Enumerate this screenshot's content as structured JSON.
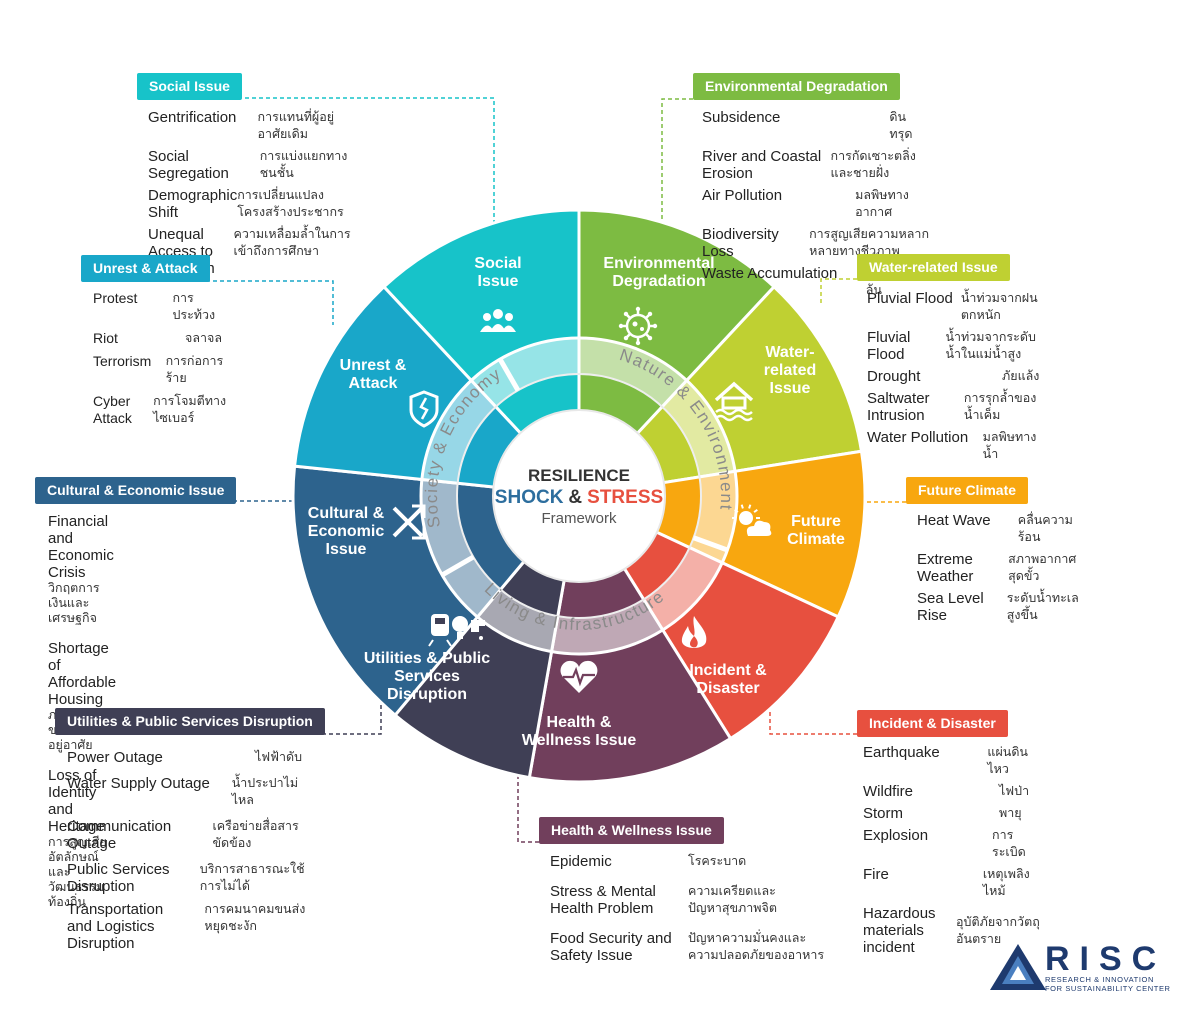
{
  "center": {
    "line1": "RESILIENCE",
    "shock": "SHOCK",
    "amp": "&",
    "stress": "STRESS",
    "line3": "Framework"
  },
  "ring_labels": [
    "Society & Economy",
    "Nature & Environment",
    "Living & Infrastructure"
  ],
  "segments": [
    {
      "id": "social",
      "name": "Social Issue",
      "lines": [
        "Social",
        "Issue"
      ],
      "color": "#17c3c9",
      "icon": "people-icon"
    },
    {
      "id": "environment",
      "name": "Environmental Degradation",
      "lines": [
        "Environmental",
        "Degradation"
      ],
      "color": "#7dbb42",
      "icon": "virus-icon"
    },
    {
      "id": "water",
      "name": "Water-related Issue",
      "lines": [
        "Water-",
        "related",
        "Issue"
      ],
      "color": "#bfd032",
      "icon": "flood-house-icon"
    },
    {
      "id": "climate",
      "name": "Future Climate",
      "lines": [
        "Future",
        "Climate"
      ],
      "color": "#f8a70f",
      "icon": "sun-cloud-icon"
    },
    {
      "id": "incident",
      "name": "Incident & Disaster",
      "lines": [
        "Incident &",
        "Disaster"
      ],
      "color": "#e7503f",
      "icon": "fire-icon"
    },
    {
      "id": "health",
      "name": "Health & Wellness Issue",
      "lines": [
        "Health &",
        "Wellness Issue"
      ],
      "color": "#713f5c",
      "icon": "heart-pulse-icon"
    },
    {
      "id": "utilities",
      "name": "Utilities & Public Services Disruption",
      "lines": [
        "Utilities & Public",
        "Services",
        "Disruption"
      ],
      "color": "#3f3f55",
      "icon": "train-bulb-tap-icon"
    },
    {
      "id": "cultural",
      "name": "Cultural & Economic Issue",
      "lines": [
        "Cultural &",
        "Economic",
        "Issue"
      ],
      "color": "#2d638d",
      "icon": "trend-arrows-icon"
    },
    {
      "id": "unrest",
      "name": "Unrest & Attack",
      "lines": [
        "Unrest &",
        "Attack"
      ],
      "color": "#19a7c9",
      "icon": "broken-shield-icon"
    }
  ],
  "callouts": {
    "social": {
      "title": "Social Issue",
      "color": "#17c3c9",
      "items": [
        {
          "en": "Gentrification",
          "th": "การแทนที่ผู้อยู่อาศัยเดิม"
        },
        {
          "en": "Social Segregation",
          "th": "การแบ่งแยกทางชนชั้น"
        },
        {
          "en": "Demographic Shift",
          "th": "การเปลี่ยนแปลงโครงสร้างประชากร"
        },
        {
          "en": "Unequal Access to Education",
          "th": "ความเหลื่อมล้ำในการเข้าถึงการศึกษา"
        }
      ]
    },
    "environment": {
      "title": "Environmental Degradation",
      "color": "#7dbb42",
      "items": [
        {
          "en": "Subsidence",
          "th": "ดินทรุด"
        },
        {
          "en": "River and Coastal Erosion",
          "th": "การกัดเซาะตลิ่งและชายฝั่ง"
        },
        {
          "en": "Air Pollution",
          "th": "มลพิษทางอากาศ"
        },
        {
          "en": "Biodiversity Loss",
          "th": "การสูญเสียความหลากหลายทางชีวภาพ"
        },
        {
          "en": "Waste Accumulation",
          "th": "ปัญหาขยะล้น"
        }
      ]
    },
    "unrest": {
      "title": "Unrest & Attack",
      "color": "#19a7c9",
      "items": [
        {
          "en": "Protest",
          "th": "การประท้วง"
        },
        {
          "en": "Riot",
          "th": "จลาจล"
        },
        {
          "en": "Terrorism",
          "th": "การก่อการร้าย"
        },
        {
          "en": "Cyber Attack",
          "th": "การโจมตีทางไซเบอร์"
        }
      ]
    },
    "water": {
      "title": "Water-related Issue",
      "color": "#bfd032",
      "items": [
        {
          "en": "Pluvial Flood",
          "th": "น้ำท่วมจากฝนตกหนัก"
        },
        {
          "en": "Fluvial Flood",
          "th": "น้ำท่วมจากระดับน้ำในแม่น้ำสูง"
        },
        {
          "en": "Drought",
          "th": "ภัยแล้ง"
        },
        {
          "en": "Saltwater Intrusion",
          "th": "การรุกล้ำของน้ำเค็ม"
        },
        {
          "en": "Water Pollution",
          "th": "มลพิษทางน้ำ"
        }
      ]
    },
    "cultural": {
      "title": "Cultural & Economic Issue",
      "color": "#2d638d",
      "items": [
        {
          "en": "Financial and Economic Crisis",
          "th": "วิกฤตการเงินและเศรษฐกิจ"
        },
        {
          "en": "Shortage of Affordable Housing",
          "th": "ภาวะขาดแคลนที่อยู่อาศัย"
        },
        {
          "en": "Loss of Identity  and Heritage",
          "th": "การสูญเสียอัตลักษณ์และวัฒนธรรมท้องถิ่น"
        }
      ]
    },
    "climate": {
      "title": "Future Climate",
      "color": "#f8a70f",
      "items": [
        {
          "en": "Heat Wave",
          "th": "คลื่นความร้อน"
        },
        {
          "en": "Extreme Weather",
          "th": "สภาพอากาศสุดขั้ว"
        },
        {
          "en": "Sea Level Rise",
          "th": "ระดับน้ำทะเลสูงขึ้น"
        }
      ]
    },
    "utilities": {
      "title": "Utilities & Public Services Disruption",
      "color": "#3f3f55",
      "items": [
        {
          "en": "Power Outage",
          "th": "ไฟฟ้าดับ"
        },
        {
          "en": "Water Supply Outage",
          "th": "น้ำประปาไม่ไหล"
        },
        {
          "en": "Communication Outage",
          "th": "เครือข่ายสื่อสารขัดข้อง"
        },
        {
          "en": "Public Services Disruption",
          "th": "บริการสาธารณะใช้การไม่ได้"
        },
        {
          "en": "Transportation and Logistics Disruption",
          "th": "การคมนาคมขนส่งหยุดชะงัก"
        }
      ]
    },
    "incident": {
      "title": "Incident & Disaster",
      "color": "#e7503f",
      "items": [
        {
          "en": "Earthquake",
          "th": "แผ่นดินไหว"
        },
        {
          "en": "Wildfire",
          "th": "ไฟป่า"
        },
        {
          "en": "Storm",
          "th": "พายุ"
        },
        {
          "en": "Explosion",
          "th": "การระเบิด"
        },
        {
          "en": "Fire",
          "th": "เหตุเพลิงไหม้"
        },
        {
          "en": "Hazardous materials incident",
          "th": "อุบัติภัยจากวัตถุอันตราย"
        }
      ]
    },
    "health": {
      "title": "Health & Wellness Issue",
      "color": "#713f5c",
      "items": [
        {
          "en": "Epidemic",
          "th": "โรคระบาด"
        },
        {
          "en": "Stress & Mental Health  Problem",
          "th": "ความเครียดและ ปัญหาสุขภาพจิต"
        },
        {
          "en": "Food Security and Safety Issue",
          "th": "ปัญหาความมั่นคงและ ความปลอดภัยของอาหาร"
        }
      ]
    }
  },
  "logo": {
    "name": "RISC",
    "sub1": "RESEARCH & INNOVATION",
    "sub2": "FOR SUSTAINABILITY CENTER",
    "color": "#1e3a6e"
  }
}
